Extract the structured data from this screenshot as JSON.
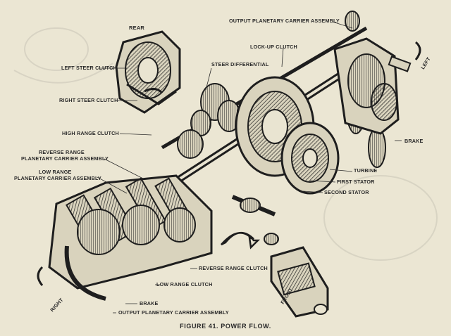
{
  "figure": {
    "caption": "FIGURE 41.   POWER FLOW."
  },
  "labels": {
    "rear": "REAR",
    "front": "FRONT",
    "left": "LEFT",
    "right": "RIGHT",
    "output_planetary_top": "OUTPUT PLANETARY CARRIER ASSEMBLY",
    "lock_up_clutch": "LOCK-UP CLUTCH",
    "left_steer_clutch": "LEFT STEER CLUTCH",
    "steer_differential": "STEER DIFFERENTIAL",
    "right_steer_clutch": "RIGHT STEER CLUTCH",
    "high_range_clutch": "HIGH RANGE CLUTCH",
    "reverse_range_planetary_1": "REVERSE RANGE",
    "reverse_range_planetary_2": "PLANETARY CARRIER ASSEMBLY",
    "low_range_planetary_1": "LOW RANGE",
    "low_range_planetary_2": "PLANETARY CARRIER ASSEMBLY",
    "brake_right": "BRAKE",
    "turbine": "TURBINE",
    "first_stator": "FIRST STATOR",
    "second_stator": "SECOND STATOR",
    "reverse_range_clutch": "REVERSE RANGE CLUTCH",
    "low_range_clutch": "LOW RANGE CLUTCH",
    "brake_bottom": "BRAKE",
    "output_planetary_bottom": "OUTPUT PLANETARY CARRIER ASSEMBLY"
  }
}
